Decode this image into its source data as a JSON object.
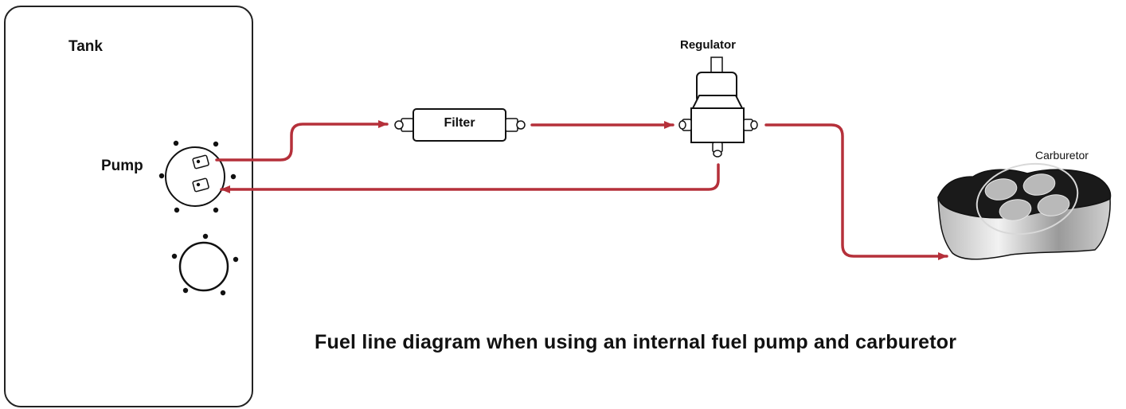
{
  "labels": {
    "tank": "Tank",
    "pump": "Pump",
    "filter": "Filter",
    "regulator": "Regulator",
    "carburetor": "Carburetor"
  },
  "caption": "Fuel line diagram when using an internal fuel pump and carburetor",
  "colors": {
    "fuel_line": "#b5303a",
    "outline": "#111111",
    "background": "#ffffff"
  }
}
